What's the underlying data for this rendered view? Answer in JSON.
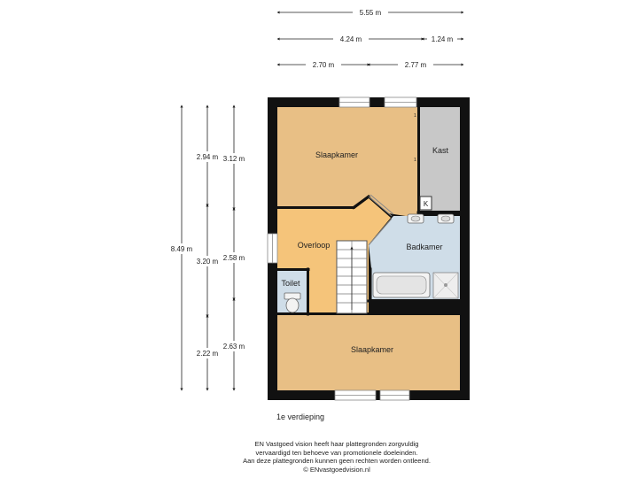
{
  "dimensions": {
    "top_total": "5.55 m",
    "top_left": "4.24 m",
    "top_right": "1.24 m",
    "mid_left": "2.70 m",
    "mid_right": "2.77 m",
    "left_total": "8.49 m",
    "left_a": "2.94 m",
    "left_b": "3.20 m",
    "left_c": "2.22 m",
    "right_a": "3.12 m",
    "right_b": "2.58 m",
    "right_c": "2.63 m"
  },
  "rooms": {
    "slaapkamer_top": "Slaapkamer",
    "kast": "Kast",
    "k_box": "K",
    "overloop": "Overloop",
    "badkamer": "Badkamer",
    "toilet": "Toilet",
    "slaapkamer_bottom": "Slaapkamer",
    "mark_1": "1",
    "mark_2": "1"
  },
  "floor_label": "1e verdieping",
  "disclaimer": [
    "EN Vastgoed vision heeft haar plattegronden zorgvuldig",
    "vervaardigd ten behoeve van promotionele doeleinden.",
    "Aan deze plattegronden kunnen geen rechten worden ontleend.",
    "© ENvastgoedvision.nl"
  ],
  "colors": {
    "wall": "#111111",
    "wood_floor": "#e8bf85",
    "overloop_floor": "#f5c47a",
    "tile_floor": "#cfdde8",
    "kast_floor": "#c8c8c8",
    "dimension_line": "#222222"
  }
}
